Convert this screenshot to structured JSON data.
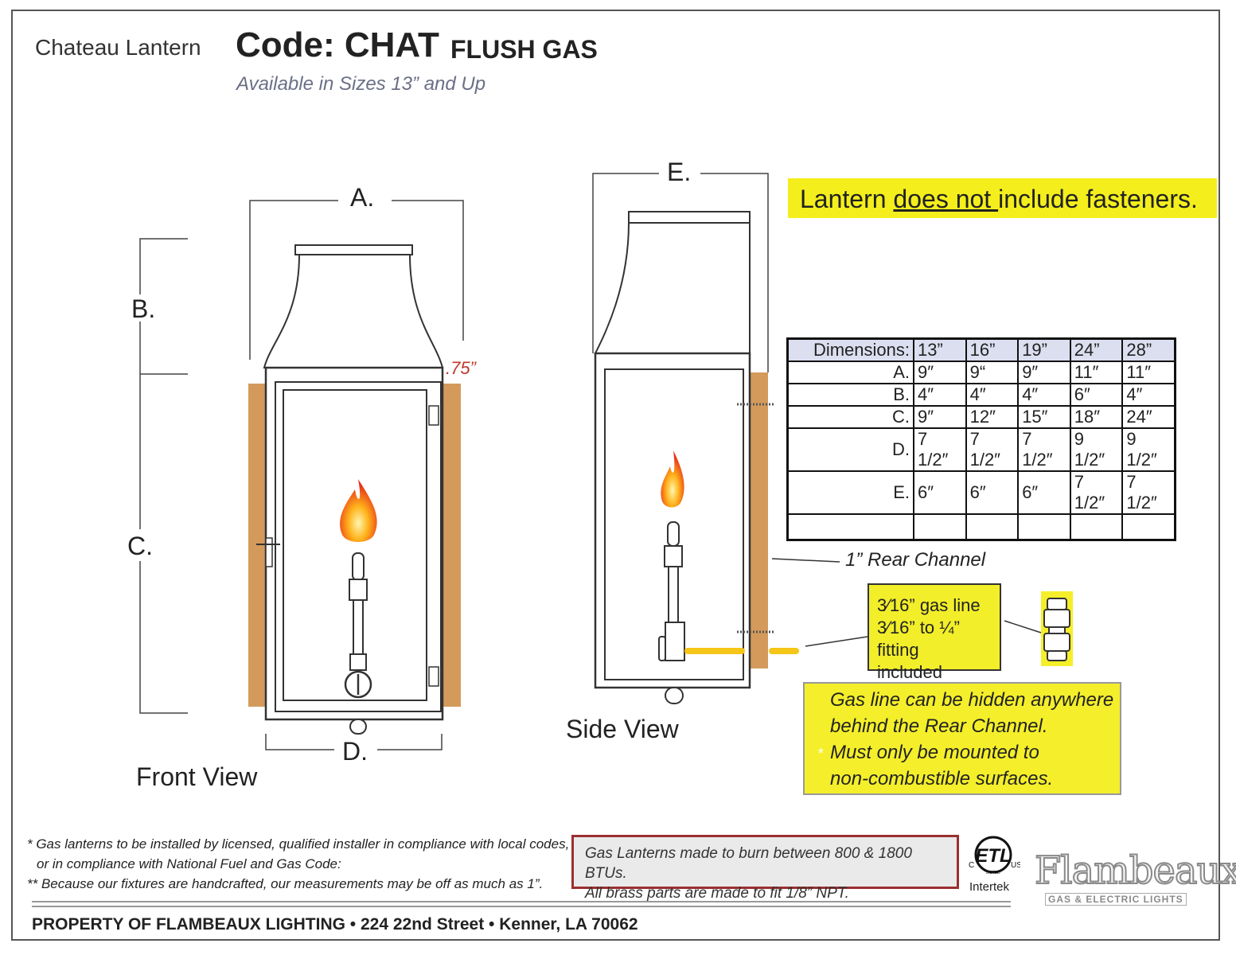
{
  "header": {
    "product_name": "Chateau Lantern",
    "code": "Code: CHAT",
    "type": "FLUSH GAS",
    "sizes": "Available in Sizes 13” and Up"
  },
  "labels": {
    "a": "A.",
    "b": "B.",
    "c": "C.",
    "d": "D.",
    "e": "E.",
    "offset": ".75”",
    "front_view": "Front View",
    "side_view": "Side View"
  },
  "fasteners_note": {
    "pre": "Lantern ",
    "underlined": "does not ",
    "post": "include fasteners."
  },
  "dimensions_table": {
    "header": [
      "Dimensions:",
      "13”",
      "16”",
      "19”",
      "24”",
      "28”"
    ],
    "rows": [
      [
        "A.",
        "9″",
        "9“",
        "9″",
        "11″",
        "11″"
      ],
      [
        "B.",
        "4″",
        "4″",
        "4″",
        "6″",
        "4″"
      ],
      [
        "C.",
        "9″",
        "12″",
        "15″",
        "18″",
        "24″"
      ],
      [
        "D.",
        "7 1/2″",
        "7 1/2″",
        "7 1/2″",
        "9 1/2″",
        "9 1/2″"
      ],
      [
        "E.",
        "6″",
        "6″",
        "6″",
        "7 1/2″",
        "7 1/2″"
      ],
      [
        "",
        "",
        "",
        "",
        "",
        ""
      ]
    ]
  },
  "rear_channel": "1” Rear Channel",
  "gas_line": {
    "line1": "3⁄16” gas line",
    "line2": "3⁄16” to ¼” fitting",
    "line3": "included"
  },
  "gas_hidden_note": {
    "line1": "Gas line can be hidden anywhere",
    "line2": "behind the Rear Channel.",
    "line3": "Must only be mounted to",
    "line4": "non-combustible surfaces.",
    "star": "*"
  },
  "footnotes": {
    "line1": "* Gas lanterns to be installed by licensed, qualified installer in compliance with local codes,",
    "line2": "or in compliance with National Fuel and Gas Code:",
    "line3": "** Because our fixtures are handcrafted, our measurements may be off as much as 1”."
  },
  "btu_note": {
    "line1": "Gas Lanterns made to burn between 800 & 1800 BTUs.",
    "line2": "All brass parts are made to fit 1/8” NPT."
  },
  "certification": {
    "mark": "ETL",
    "c": "C",
    "us": "US",
    "listed": "LISTED",
    "lab": "Intertek"
  },
  "brand": {
    "name": "Flambeaux",
    "tagline": "GAS & ELECTRIC LIGHTS"
  },
  "footer": "PROPERTY OF FLAMBEAUX LIGHTING • 224 22nd Street • Kenner, LA 70062",
  "colors": {
    "wood": "#d49a5c",
    "highlight": "#f4ef1c",
    "gas_line": "#f5c518",
    "accent_red": "#c0392b"
  }
}
